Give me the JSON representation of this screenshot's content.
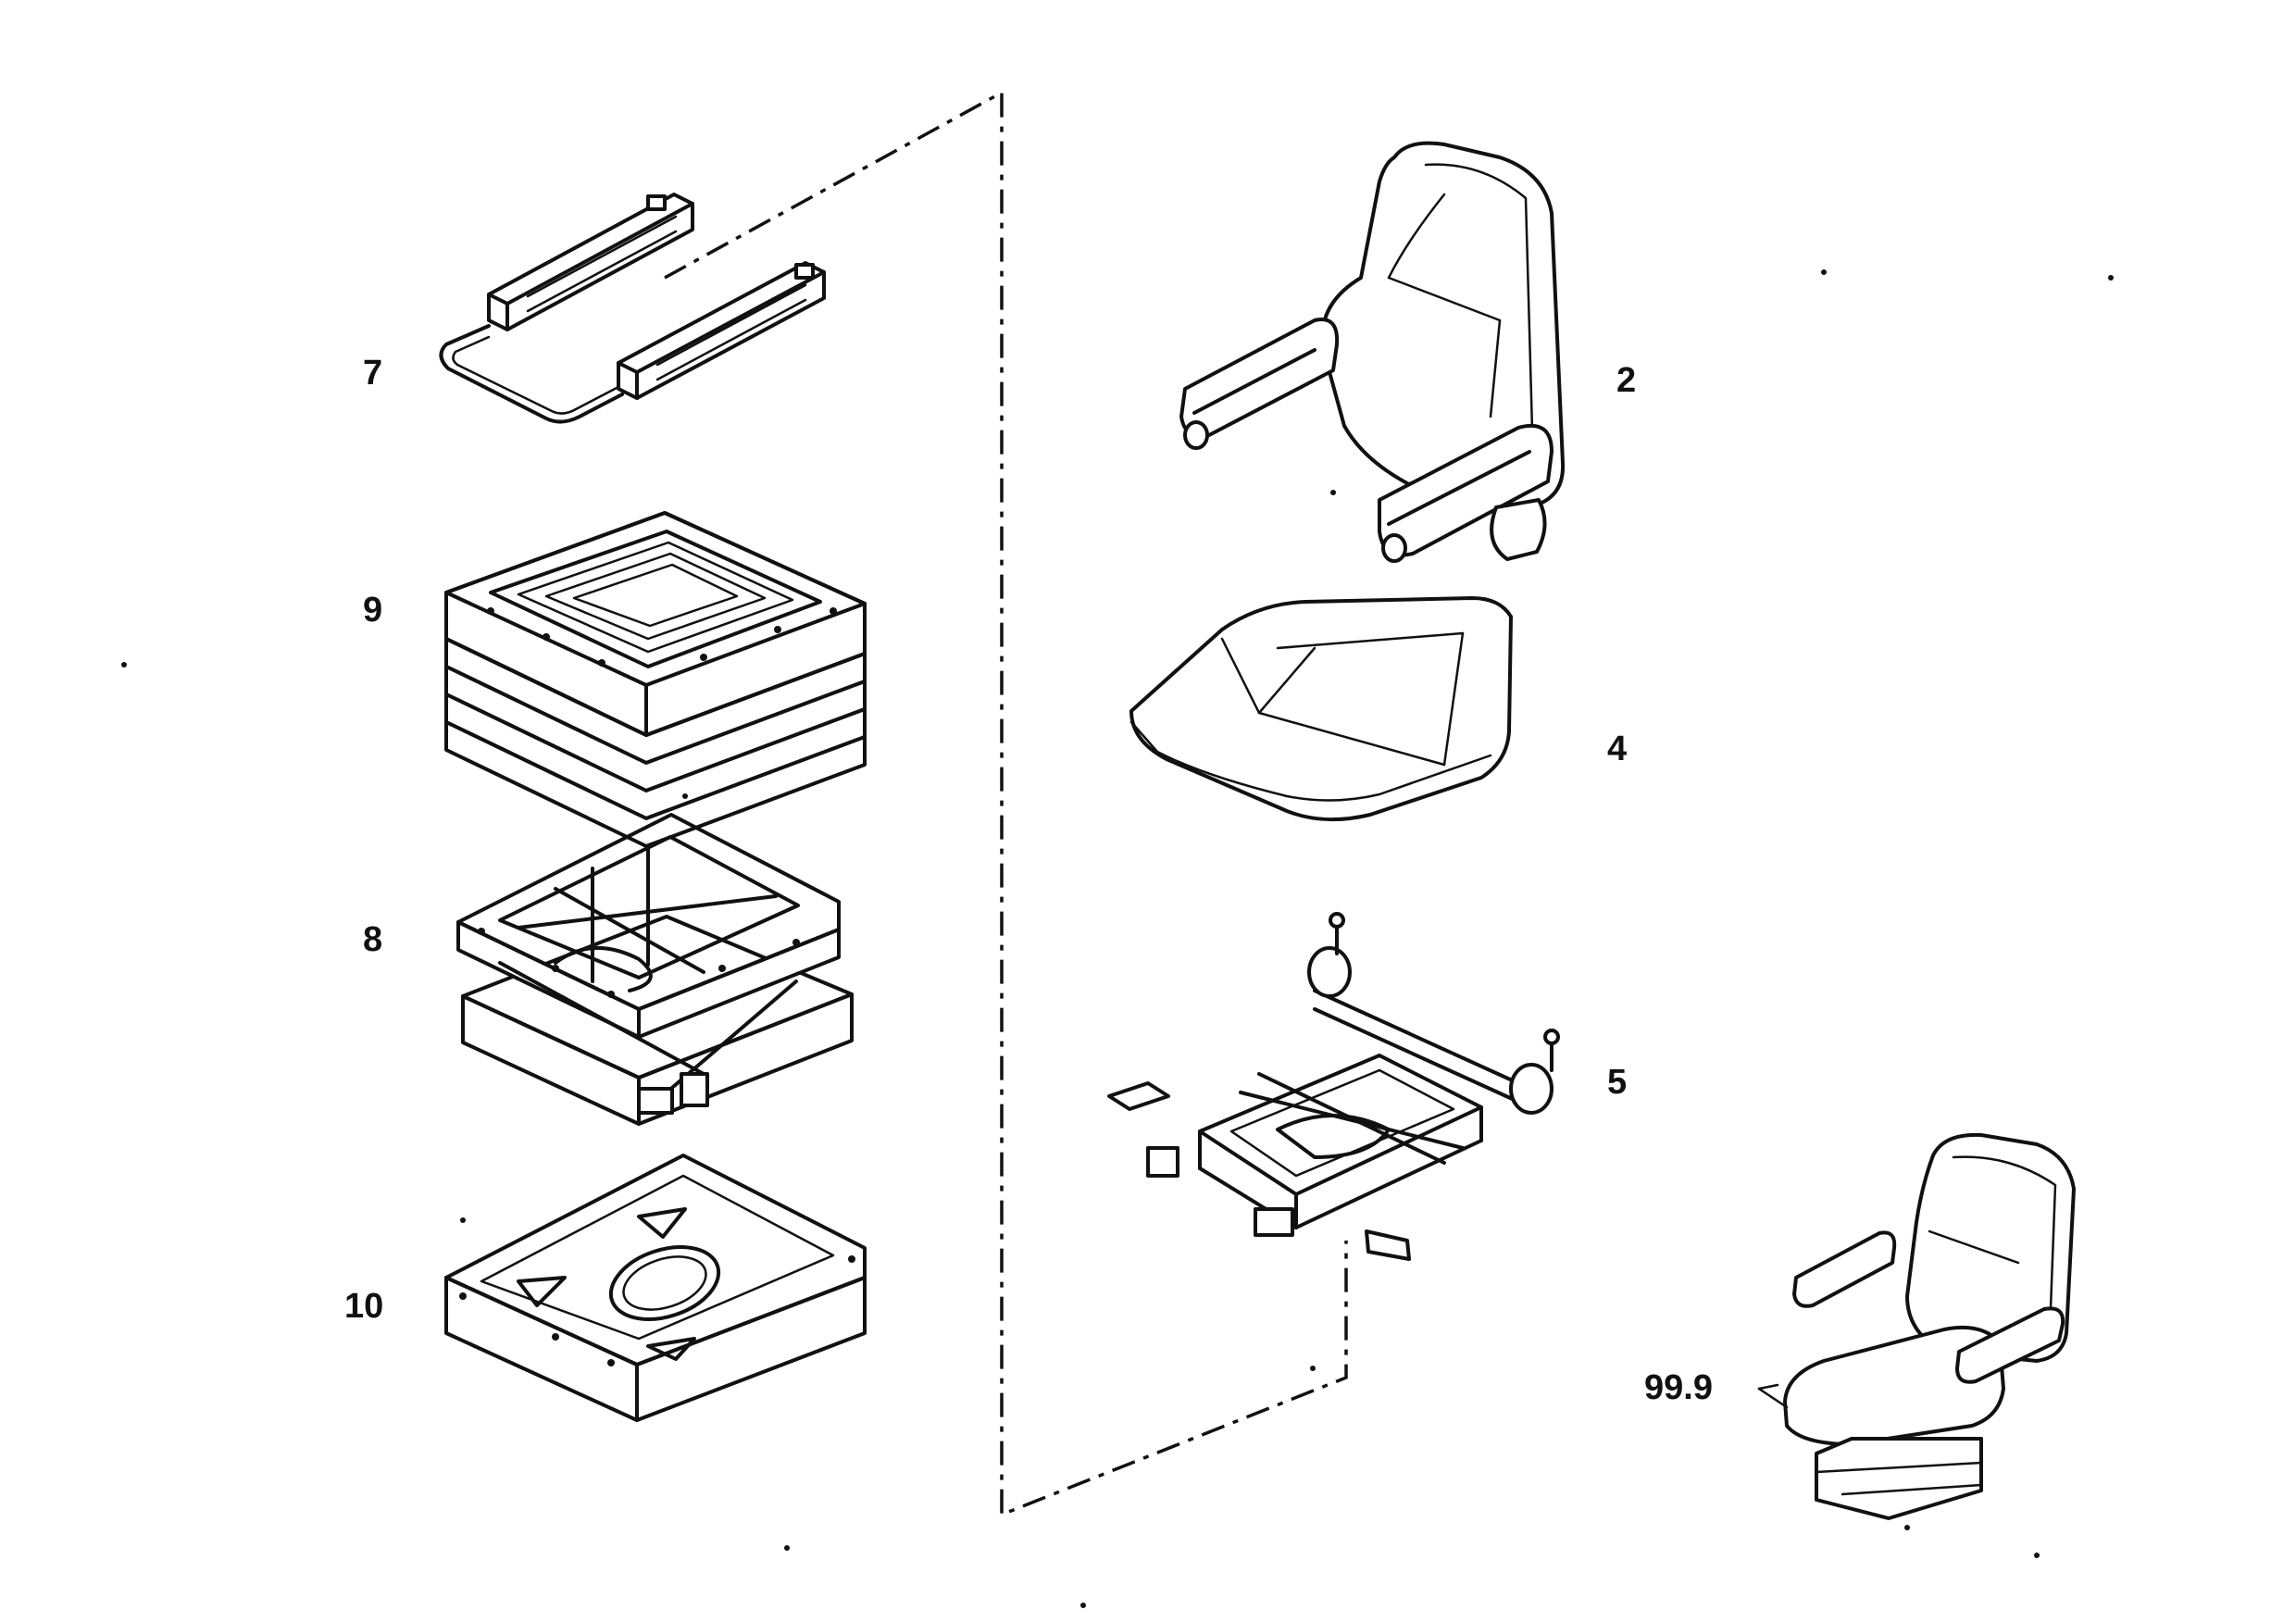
{
  "diagram": {
    "parts": [
      {
        "callout": "7",
        "icon": "seat-slide-rails-icon"
      },
      {
        "callout": "9",
        "icon": "suspension-bellows-icon"
      },
      {
        "callout": "8",
        "icon": "scissor-suspension-frame-icon"
      },
      {
        "callout": "10",
        "icon": "base-plate-icon"
      },
      {
        "callout": "2",
        "icon": "seat-backrest-with-armrests-icon"
      },
      {
        "callout": "4",
        "icon": "seat-cushion-icon"
      },
      {
        "callout": "5",
        "icon": "seat-pan-frame-icon"
      },
      {
        "callout": "99.9",
        "icon": "complete-seat-assembly-icon"
      }
    ],
    "colors": {
      "line": "#111111",
      "background": "#ffffff"
    }
  }
}
